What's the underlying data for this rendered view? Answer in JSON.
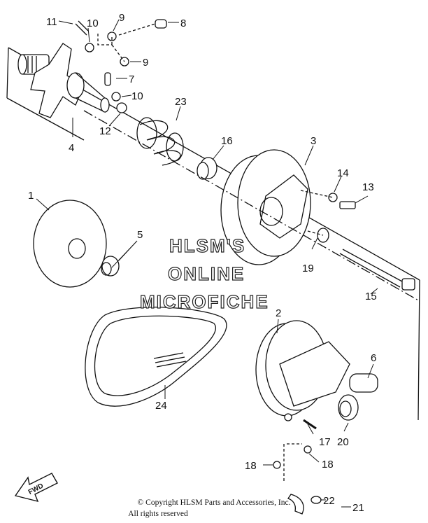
{
  "watermark": {
    "line1": "HLSM'S",
    "line2": "ONLINE",
    "line3": "MICROFICHE"
  },
  "fwd_label": "FWD",
  "copyright": {
    "line1": "© Copyright HLSM Parts and Accessories, Inc.",
    "line2": "All rights reserved"
  },
  "callouts": {
    "c1": "1",
    "c2": "2",
    "c3": "3",
    "c4": "4",
    "c5": "5",
    "c6": "6",
    "c7": "7",
    "c8": "8",
    "c9a": "9",
    "c9b": "9",
    "c10a": "10",
    "c10b": "10",
    "c11": "11",
    "c12": "12",
    "c13": "13",
    "c14": "14",
    "c15": "15",
    "c16": "16",
    "c17": "17",
    "c18a": "18",
    "c18b": "18",
    "c19": "19",
    "c20": "20",
    "c21": "21",
    "c22": "22",
    "c23": "23",
    "c24": "24"
  }
}
